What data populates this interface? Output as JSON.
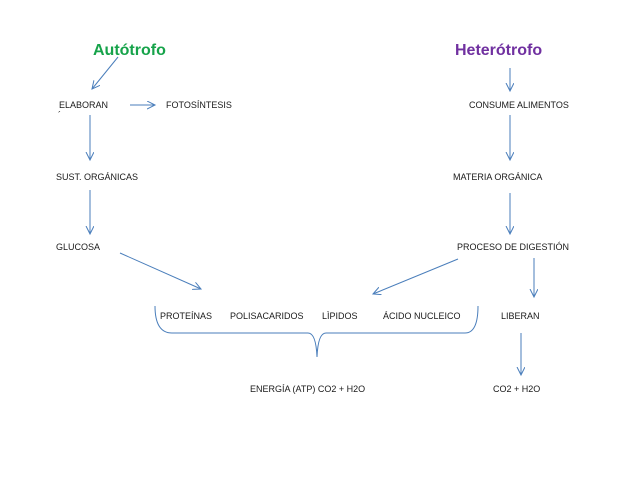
{
  "titles": {
    "autotrofo": "Autótrofo",
    "heterotrofo": "Heterótrofo"
  },
  "labels": {
    "elaboran": "ELABORAN",
    "fotosintesis": "FOTOSÍNTESIS",
    "tick": "´",
    "sust_organicas": "SUST. ORGÁNICAS",
    "glucosa": "GLUCOSA",
    "consume_alimentos": "CONSUME ALIMENTOS",
    "materia_organica": "MATERIA ORGÁNICA",
    "proceso_digestion": "PROCESO DE DIGESTIÓN",
    "proteinas": "PROTEÍNAS",
    "polisacaridos": "POLISACARIDOS",
    "lipidos": "LÌPIDOS",
    "acido_nucleico": "ÁCIDO NUCLEICO",
    "liberan": "LIBERAN",
    "energia": "ENERGÍA  (ATP) CO2 + H2O",
    "co2_h2o": "CO2 + H2O"
  },
  "colors": {
    "autotrofo": "#16a34a",
    "heterotrofo": "#7030a0",
    "arrow": "#4a7ebb",
    "text": "#1a1a1a"
  }
}
